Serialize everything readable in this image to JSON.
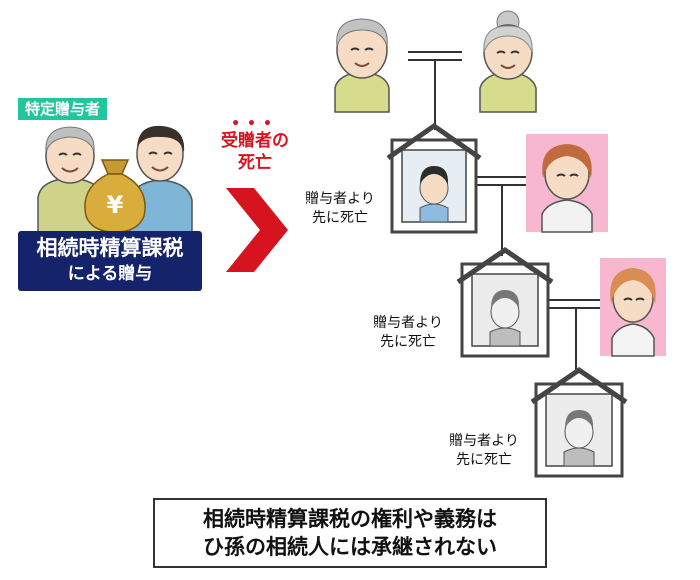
{
  "giver_badge": "特定贈与者",
  "gift_label": {
    "line1": "相続時精算課税",
    "line2": "による贈与"
  },
  "event_title": {
    "dots": "•••",
    "line1": "受贈者の",
    "line2": "死亡"
  },
  "death_notes": [
    {
      "line1": "贈与者より",
      "line2": "先に死亡"
    },
    {
      "line1": "贈与者より",
      "line2": "先に死亡"
    },
    {
      "line1": "贈与者より",
      "line2": "先に死亡"
    }
  ],
  "conclusion": {
    "line1": "相続時精算課税の権利や義務は",
    "line2": "ひ孫の相続人には承継されない"
  },
  "money_bag_symbol": "¥",
  "colors": {
    "badge": "#22c59c",
    "navy": "#15236b",
    "red": "#d7131f",
    "pink": "#f7b7cf",
    "line": "#333333"
  },
  "icons": [
    "grandpa-icon",
    "grandma-icon",
    "money-bag-icon",
    "chevron-right-icon",
    "memorial-frame-icon",
    "wife-icon",
    "child-icon"
  ]
}
